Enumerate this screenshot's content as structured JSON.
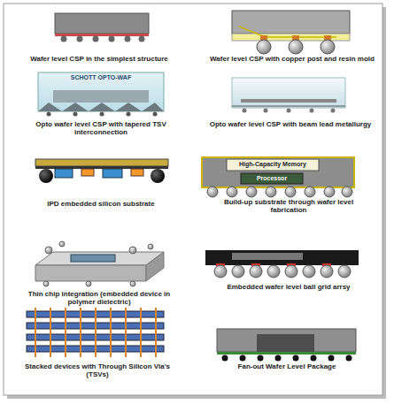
{
  "diagram": {
    "labels": [
      "Wafer level CSP in the simplest structure",
      "Wafer level CSP with copper post and resin mold",
      "SCHOTT OPTO-WAF",
      "Opto wafer level CSP with tapered TSV interconnection",
      "Opto wafer level CSP with beam lead metallurgy",
      "IPD embedded silicon substrate",
      "High-Capacity Memory",
      "Processor",
      "Build-up substrate through wafer level fabrication",
      "Thin chip integration (embedded device in polymer dielectric)",
      "Embedded wafer level ball grid arrsy",
      "Stacked devices with Through Silicon Via's (TSVs)",
      "Fan-out Wafer Level Package"
    ]
  }
}
